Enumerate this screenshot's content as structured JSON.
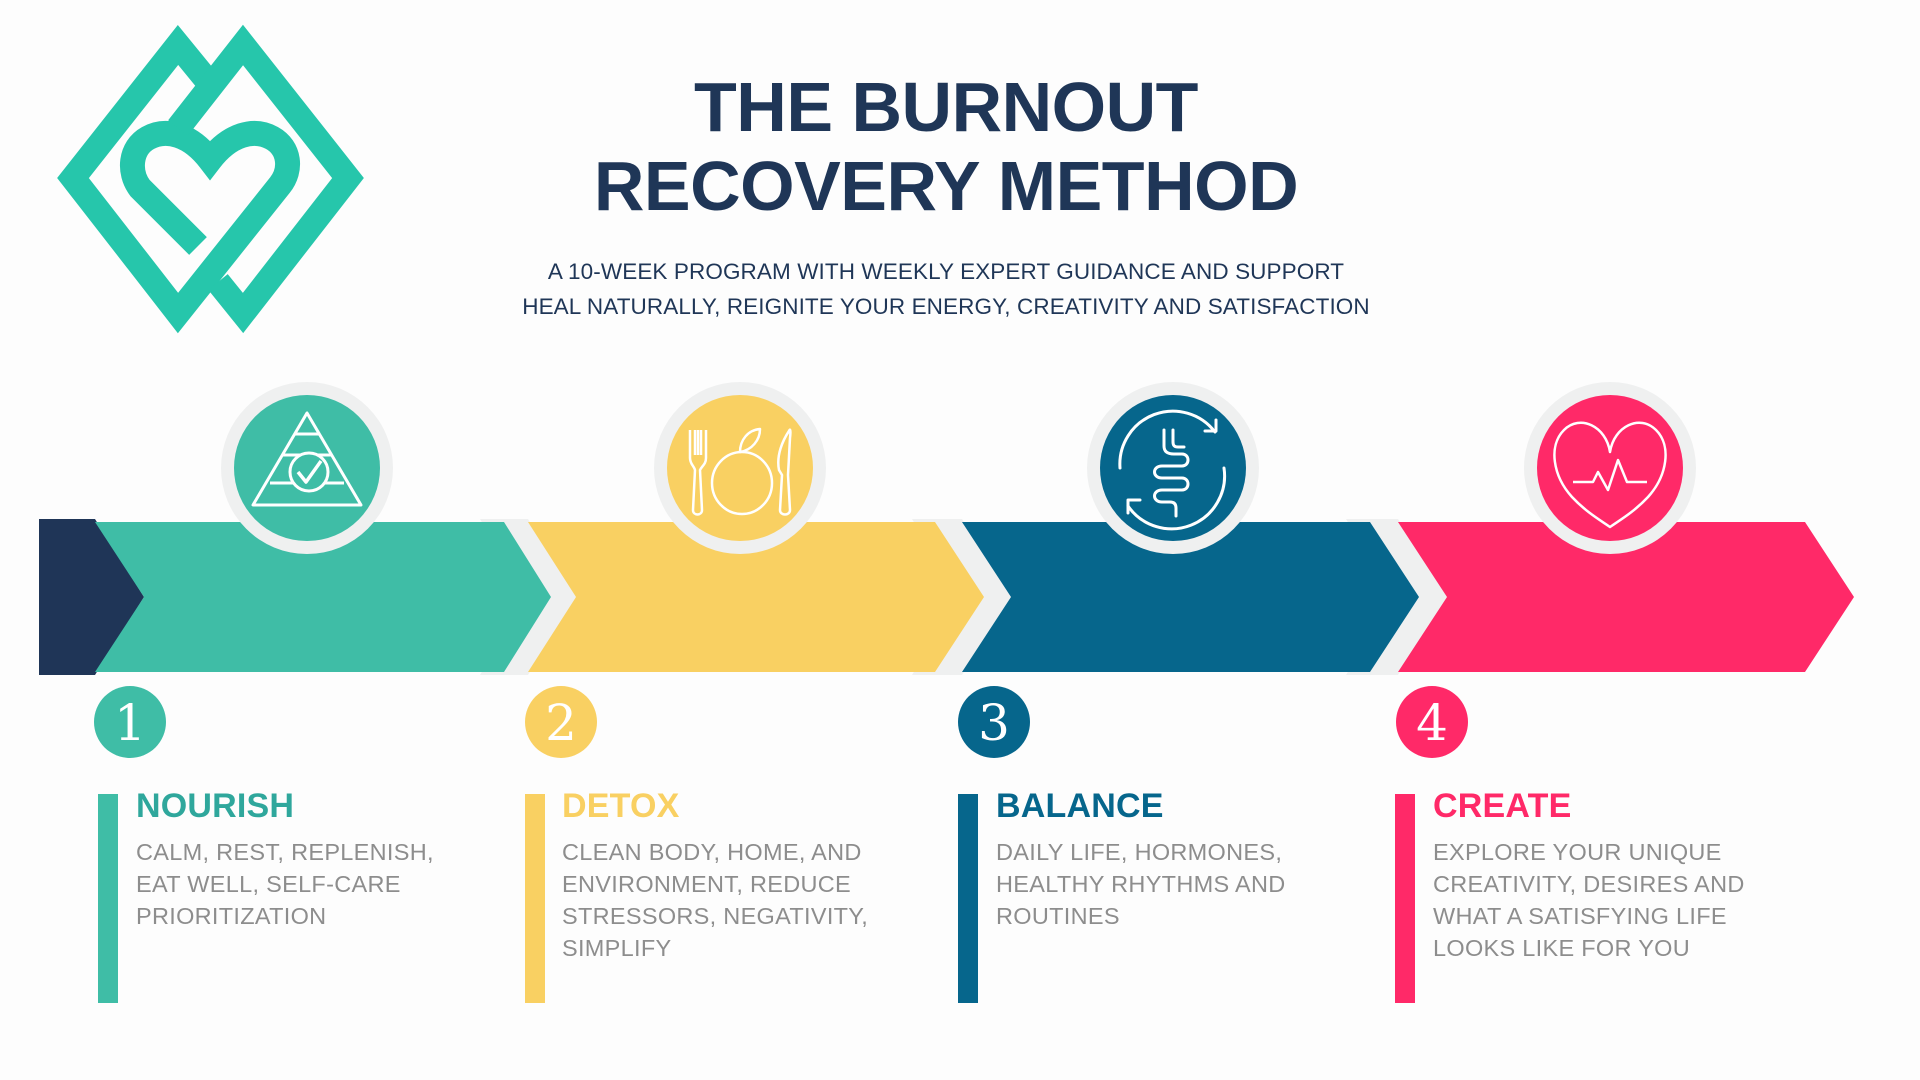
{
  "header": {
    "title_line1": "THE BURNOUT",
    "title_line2": "RECOVERY METHOD",
    "subtitle_line1": "A 10-WEEK PROGRAM WITH WEEKLY EXPERT GUIDANCE AND SUPPORT",
    "subtitle_line2": "HEAL NATURALLY, REIGNITE YOUR ENERGY, CREATIVITY AND SATISFACTION"
  },
  "logo": {
    "icon": "heart-diamond-logo-icon",
    "color": "#26c6ab"
  },
  "colors": {
    "navy": "#1f3557",
    "ring": "#eff0f0",
    "body_text": "#8d8d8d"
  },
  "steps": [
    {
      "number": "1",
      "title": "NOURISH",
      "color": "#3fbda6",
      "title_color": "#2fa79c",
      "icon": "food-pyramid-check-icon",
      "body": [
        "CALM, REST, REPLENISH,",
        "EAT WELL, SELF-CARE",
        "PRIORITIZATION"
      ]
    },
    {
      "number": "2",
      "title": "DETOX",
      "color": "#f9d062",
      "title_color": "#f9d062",
      "icon": "fork-plate-knife-icon",
      "body": [
        "CLEAN BODY, HOME, AND",
        "ENVIRONMENT, REDUCE",
        "STRESSORS, NEGATIVITY,",
        "SIMPLIFY"
      ]
    },
    {
      "number": "3",
      "title": "BALANCE",
      "color": "#06668c",
      "title_color": "#06668c",
      "icon": "gut-cycle-icon",
      "body": [
        "DAILY LIFE, HORMONES,",
        "HEALTHY RHYTHMS AND",
        "ROUTINES"
      ]
    },
    {
      "number": "4",
      "title": "CREATE",
      "color": "#ff2968",
      "title_color": "#ff2968",
      "icon": "heart-pulse-icon",
      "body": [
        "EXPLORE YOUR UNIQUE",
        "CREATIVITY, DESIRES AND",
        "WHAT A SATISFYING LIFE",
        "LOOKS LIKE FOR YOU"
      ]
    }
  ]
}
